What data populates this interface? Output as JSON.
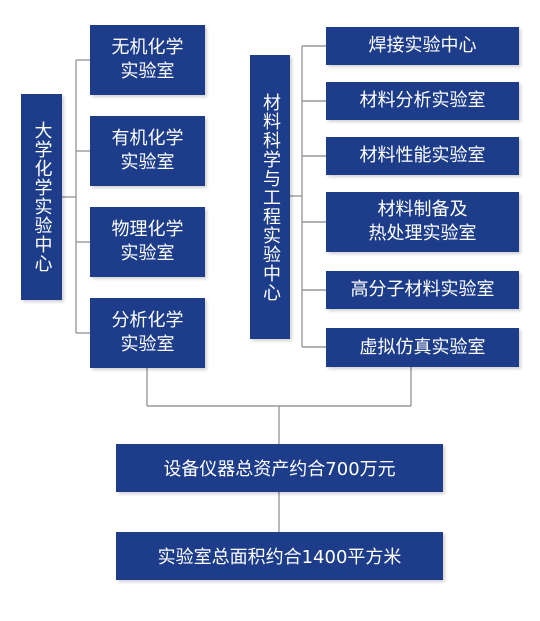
{
  "left_group": {
    "title": "大学化学实验中心",
    "labs": [
      {
        "line1": "无机化学",
        "line2": "实验室"
      },
      {
        "line1": "有机化学",
        "line2": "实验室"
      },
      {
        "line1": "物理化学",
        "line2": "实验室"
      },
      {
        "line1": "分析化学",
        "line2": "实验室"
      }
    ]
  },
  "right_group": {
    "title": "材料科学与工程实验中心",
    "labs": [
      {
        "line1": "焊接实验中心",
        "line2": ""
      },
      {
        "line1": "材料分析实验室",
        "line2": ""
      },
      {
        "line1": "材料性能实验室",
        "line2": ""
      },
      {
        "line1": "材料制备及",
        "line2": "热处理实验室"
      },
      {
        "line1": "高分子材料实验室",
        "line2": ""
      },
      {
        "line1": "虚拟仿真实验室",
        "line2": ""
      }
    ]
  },
  "summary": {
    "assets": "设备仪器总资产约合700万元",
    "area": "实验室总面积约合1400平方米"
  },
  "colors": {
    "box": "#1d3c8a",
    "line": "#999999",
    "text": "#ffffff"
  }
}
